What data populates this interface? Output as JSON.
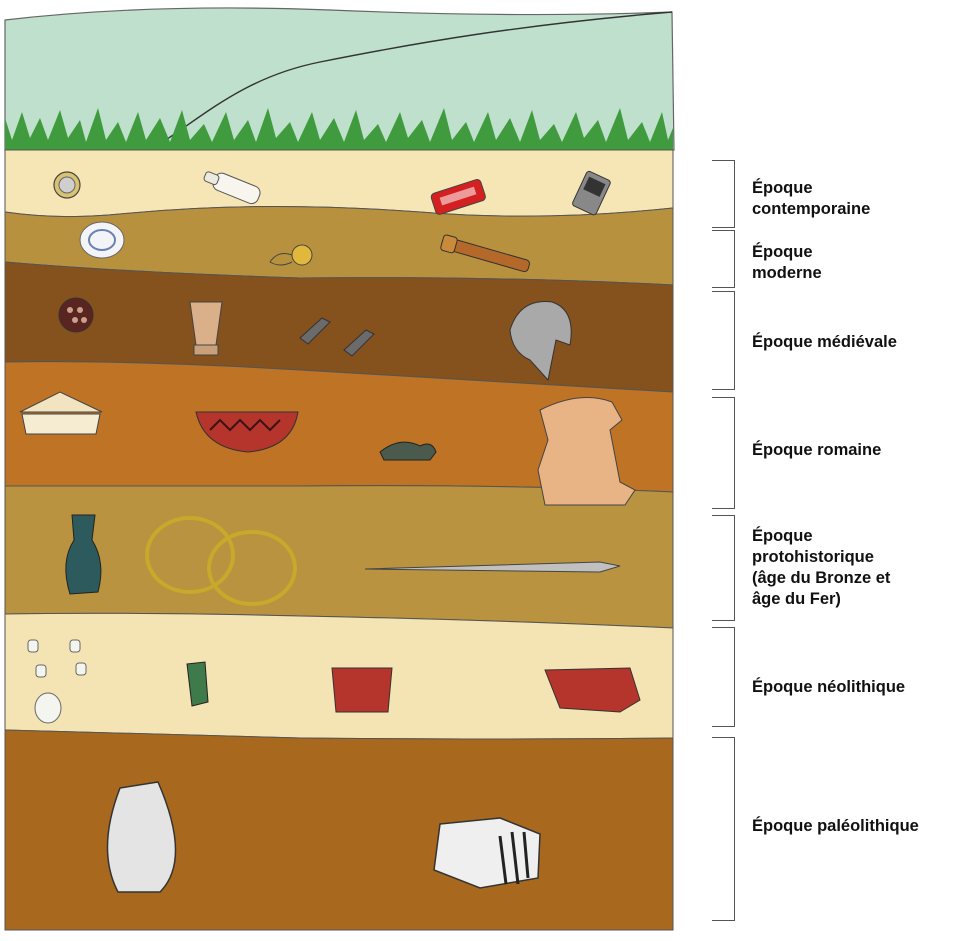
{
  "strata": [
    {
      "label": "Époque\ncontemporaine",
      "color": "#F6E6B6",
      "artifacts": [
        "euro-coin",
        "milk-bottle",
        "soda-can",
        "game-console"
      ]
    },
    {
      "label": "Époque\nmoderne",
      "color": "#B8913E",
      "artifacts": [
        "porcelain-plate",
        "pocket-watch",
        "spyglass"
      ]
    },
    {
      "label": "Époque médiévale",
      "color": "#85511C",
      "artifacts": [
        "brooch",
        "glass-beaker",
        "spurs",
        "helmet"
      ]
    },
    {
      "label": "Époque romaine",
      "color": "#BE7325",
      "artifacts": [
        "comb",
        "decorated-bowl",
        "animal-figurine",
        "lion-statue"
      ]
    },
    {
      "label": "Époque\nprotohistorique\n(âge du Bronze et\nâge du Fer)",
      "color": "#B9933F",
      "artifacts": [
        "flask",
        "torcs",
        "sword"
      ]
    },
    {
      "label": "Époque néolithique",
      "color": "#F4E3B3",
      "artifacts": [
        "bead-necklace",
        "polished-axe",
        "carinated-pot",
        "horn-vessel"
      ]
    },
    {
      "label": "Époque paléolithique",
      "color": "#A8691F",
      "artifacts": [
        "biface",
        "flint-core"
      ]
    }
  ],
  "colors": {
    "sky": "#BFE0CC",
    "grass": "#3F9B3D",
    "outline": "#4a3a20"
  }
}
